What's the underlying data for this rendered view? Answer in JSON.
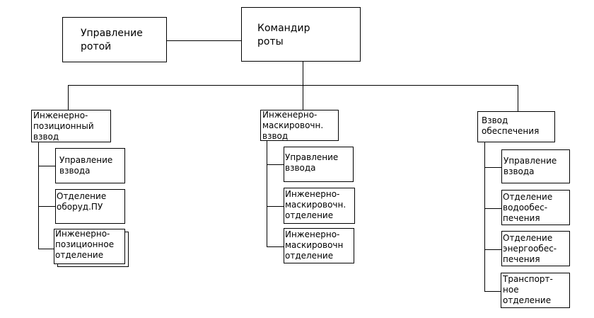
{
  "company_command": "Командир\nроты",
  "company_management": "Управление\nротой",
  "platoons": [
    {
      "title": "Инженерно-\nпозиционный\nвзвод",
      "units": [
        "Управление\nвзвода",
        "Отделение\nоборуд.ПУ",
        "Инженерно-\nпозиционное\nотделение"
      ]
    },
    {
      "title": "Инженерно-\nмаскировочн.\nвзвод",
      "units": [
        "Управление\nвзвода",
        "Инженерно-\nмаскировочн.\nотделение",
        "Инженерно-\nмаскировочн\nотделение"
      ]
    },
    {
      "title": "Взвод\nобеспечения",
      "units": [
        "Управление\nвзвода",
        "Отделение\nводообес-\nпечения",
        "Отделение\nэнергообес-\nпечения",
        "Транспорт-\nное\nотделение"
      ]
    }
  ]
}
